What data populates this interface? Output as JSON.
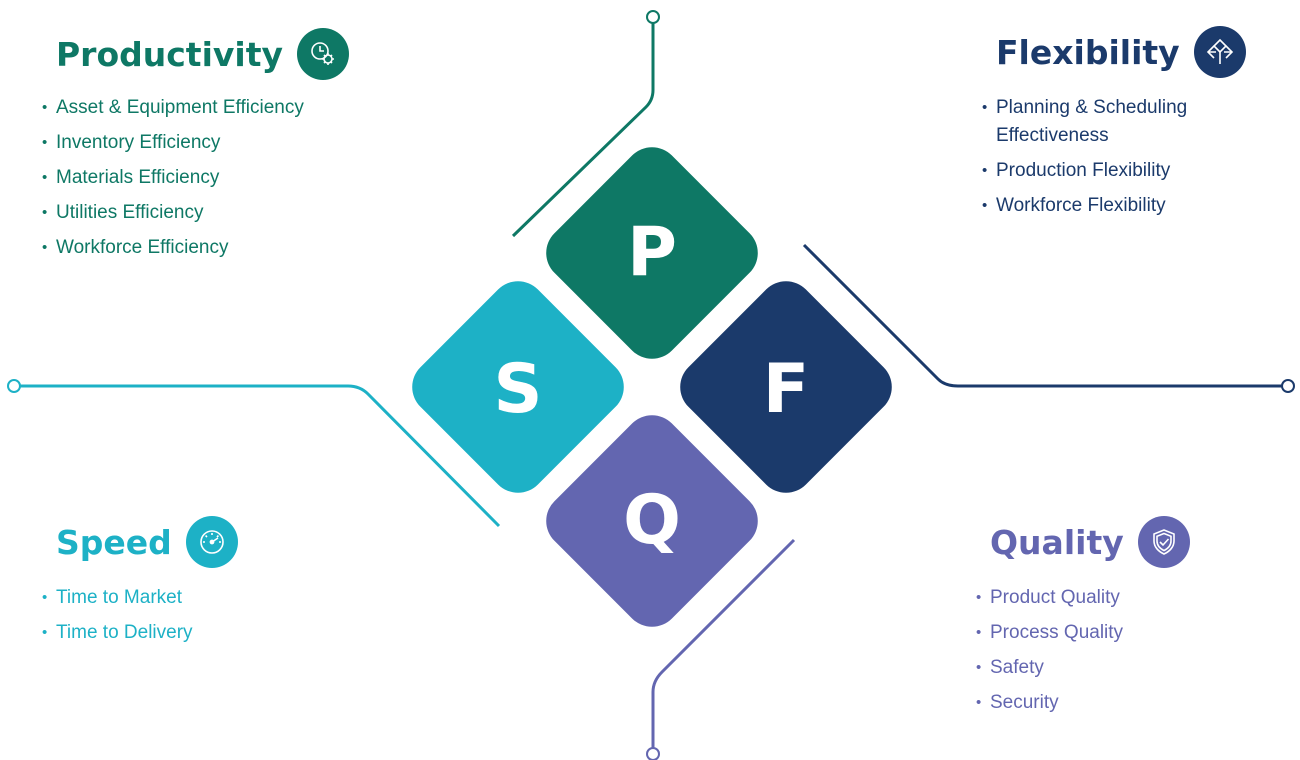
{
  "colors": {
    "productivity": "#0e7865",
    "flexibility": "#1b3a6b",
    "speed": "#1db1c6",
    "quality": "#6366b0"
  },
  "diamonds": {
    "p": "P",
    "f": "F",
    "s": "S",
    "q": "Q"
  },
  "productivity": {
    "title": "Productivity",
    "icon": "clock-gear-icon",
    "items": [
      "Asset & Equipment Efficiency",
      "Inventory Efficiency",
      "Materials Efficiency",
      "Utilities Efficiency",
      "Workforce Efficiency"
    ]
  },
  "flexibility": {
    "title": "Flexibility",
    "icon": "branching-arrows-icon",
    "items": [
      "Planning & Scheduling",
      "Effectiveness",
      "Production Flexibility",
      "Workforce Flexibility"
    ]
  },
  "speed": {
    "title": "Speed",
    "icon": "speedometer-icon",
    "items": [
      "Time to Market",
      "Time to Delivery"
    ]
  },
  "quality": {
    "title": "Quality",
    "icon": "shield-check-icon",
    "items": [
      "Product Quality",
      "Process Quality",
      "Safety",
      "Security"
    ]
  }
}
